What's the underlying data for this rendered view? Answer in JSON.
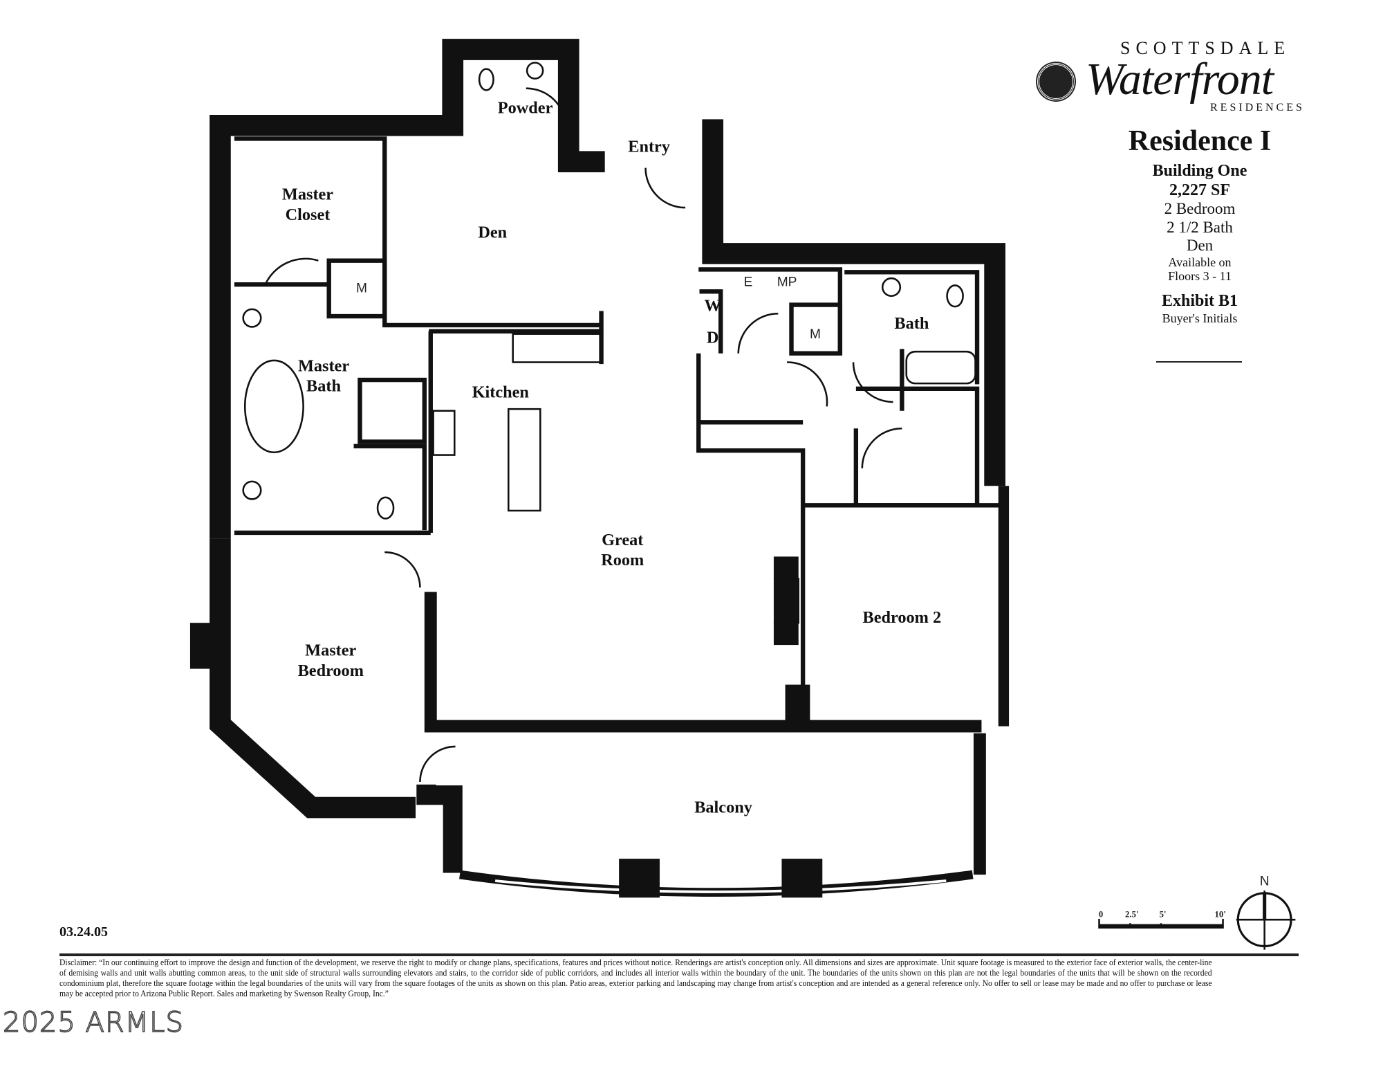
{
  "brand": {
    "line1": "SCOTTSDALE",
    "line2": "Waterfront",
    "line3": "RESIDENCES"
  },
  "info": {
    "title": "Residence I",
    "building": "Building One",
    "area": "2,227 SF",
    "bedrooms": "2 Bedroom",
    "baths": "2 1/2 Bath",
    "den": "Den",
    "available_1": "Available on",
    "available_2": "Floors 3 - 11",
    "exhibit": "Exhibit B1",
    "initials": "Buyer's Initials"
  },
  "rooms": {
    "powder": "Powder",
    "entry": "Entry",
    "master_closet_1": "Master",
    "master_closet_2": "Closet",
    "den": "Den",
    "master_bath_1": "Master",
    "master_bath_2": "Bath",
    "kitchen": "Kitchen",
    "great_room_1": "Great",
    "great_room_2": "Room",
    "master_bedroom_1": "Master",
    "master_bedroom_2": "Bedroom",
    "bath": "Bath",
    "bedroom_2": "Bedroom 2",
    "balcony": "Balcony",
    "mech_1": "M",
    "mech_2": "M",
    "electrical": "E",
    "mp": "MP",
    "washer": "W",
    "dryer": "D"
  },
  "scale": {
    "ticks": [
      "0",
      "2.5'",
      "5'",
      "10'"
    ],
    "north": "N"
  },
  "date": "03.24.05",
  "disclaimer": "Disclaimer: “In our continuing effort to improve the design and function of the development, we reserve the right to modify or change plans, specifications, features and prices without notice. Renderings are artist's conception only. All dimensions and sizes are approximate. Unit square footage is measured to the exterior face of exterior walls, the center-line of demising walls and unit walls abutting common areas, to the unit side of structural walls surrounding elevators and stairs, to the corridor side of public corridors, and includes all interior walls within the boundary of the unit. The boundaries of the units shown on this plan are not the legal boundaries of the units that will be shown on the recorded condominium plat, therefore the square footage within the legal boundaries of the units will vary from the square footages of the units as shown on this plan. Patio areas, exterior parking and landscaping may change from artist's conception and are intended as a general reference only. No offer to sell or lease may be made and no offer to purchase or lease may be accepted prior to Arizona Public Report. Sales and marketing by Swenson Realty Group, Inc.”",
  "watermark": "2025 ARMLS"
}
